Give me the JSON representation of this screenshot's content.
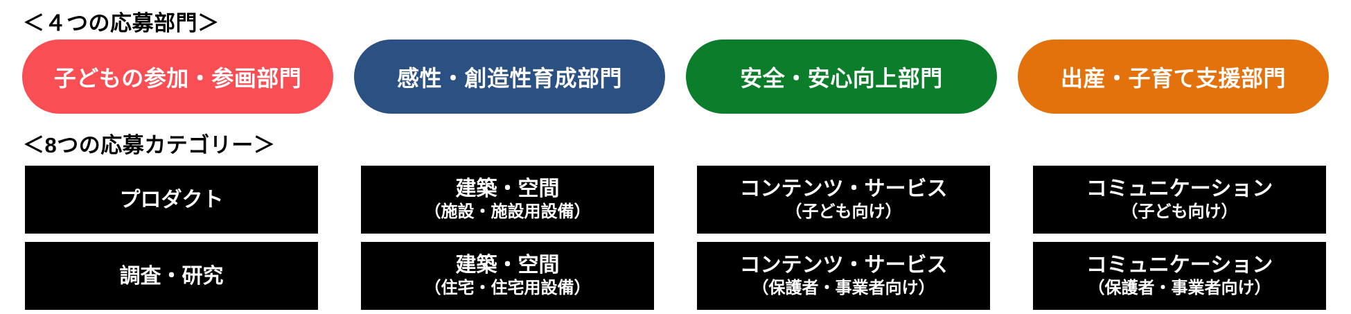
{
  "headings": {
    "divisions": "＜４つの応募部門＞",
    "categories": "＜8つの応募カテゴリー＞"
  },
  "divisions": [
    {
      "label": "子どもの参加・参画部門",
      "color": "#FA4E55"
    },
    {
      "label": "感性・創造性育成部門",
      "color": "#2B5183"
    },
    {
      "label": "安全・安心向上部門",
      "color": "#0C7E2B"
    },
    {
      "label": "出産・子育て支援部門",
      "color": "#E3720C"
    }
  ],
  "categories": {
    "row1": [
      {
        "title": "プロダクト",
        "subtitle": ""
      },
      {
        "title": "建築・空間",
        "subtitle": "（施設・施設用設備）"
      },
      {
        "title": "コンテンツ・サービス",
        "subtitle": "（子ども向け）"
      },
      {
        "title": "コミュニケーション",
        "subtitle": "（子ども向け）"
      }
    ],
    "row2": [
      {
        "title": "調査・研究",
        "subtitle": ""
      },
      {
        "title": "建築・空間",
        "subtitle": "（住宅・住宅用設備）"
      },
      {
        "title": "コンテンツ・サービス",
        "subtitle": "（保護者・事業者向け）"
      },
      {
        "title": "コミュニケーション",
        "subtitle": "（保護者・事業者向け）"
      }
    ]
  },
  "colors": {
    "background": "#ffffff",
    "heading_text": "#000000",
    "category_box_bg": "#000000",
    "text_on_color": "#ffffff"
  }
}
